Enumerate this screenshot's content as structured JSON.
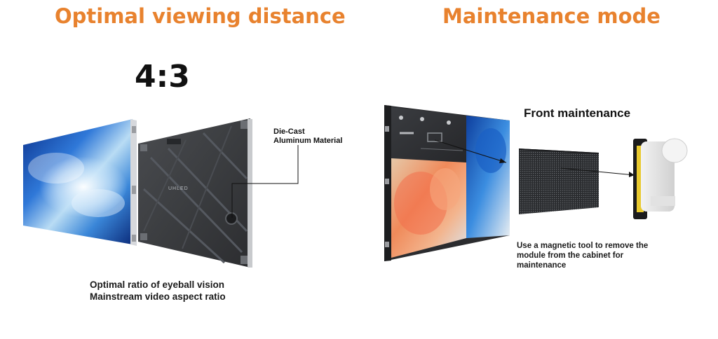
{
  "left": {
    "title": "Optimal viewing distance",
    "ratio": "4:3",
    "material_label": [
      "Die-Cast",
      "Aluminum Material"
    ],
    "brand_mark": "UHLED",
    "caption": [
      "Optimal ratio of eyeball vision",
      "Mainstream video aspect ratio"
    ]
  },
  "right": {
    "title": "Maintenance mode",
    "subtitle": "Front maintenance",
    "caption": [
      "Use a magnetic tool to remove the",
      "module from the cabinet for",
      "maintenance"
    ]
  },
  "colors": {
    "title_accent": "#e8822e"
  }
}
